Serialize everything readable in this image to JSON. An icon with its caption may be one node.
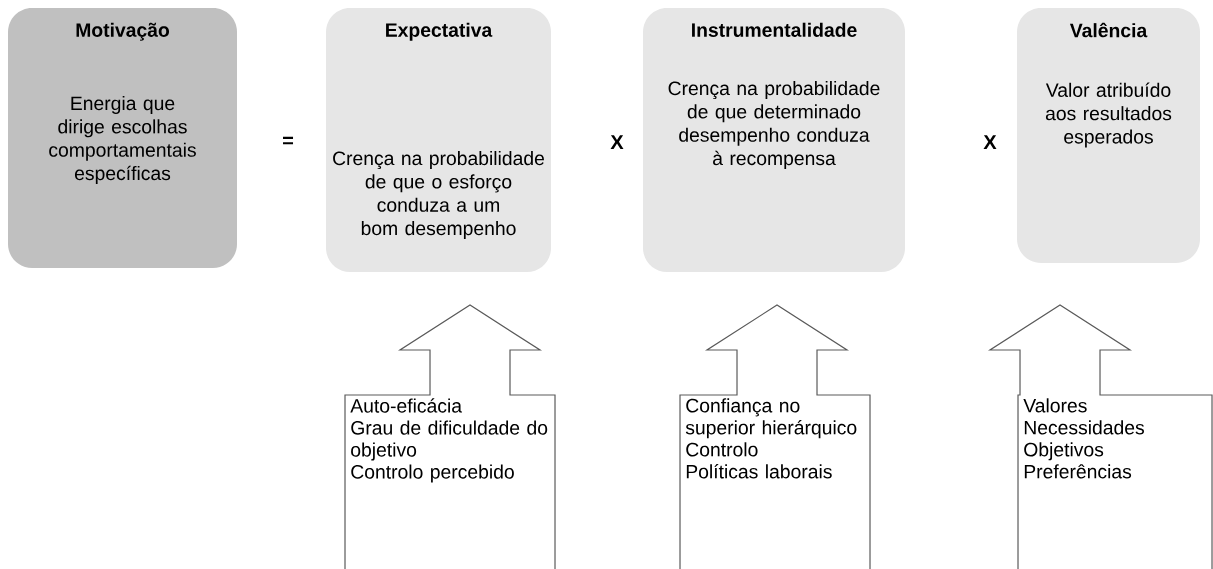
{
  "diagram": {
    "nodes": [
      {
        "text": [
          "Motivação",
          "Energia que dirige escolhas comportamentais específicas"
        ]
      },
      {
        "text": [
          "Expectativa",
          "Crença na probabilidade de que o esforço conduza a um bom desempenho"
        ]
      },
      {
        "text": [
          "Instrumentalidade",
          "Crença na probabilidade de que determinado desempenho conduza à recompensa"
        ]
      },
      {
        "text": [
          "Valência",
          "Valor atribuído aos resultados esperados"
        ]
      },
      {
        "text": [
          "Auto-eficácia",
          "Grau de dificuldade do objetivo",
          "Controlo percebido"
        ]
      },
      {
        "text": [
          "Confiança no superior hierárquico",
          "Controlo",
          "Políticas laborais"
        ]
      },
      {
        "text": [
          "Valores",
          "Necessidades",
          "Objetivos",
          "Preferências"
        ]
      }
    ],
    "labels": [
      "=",
      "X",
      "X"
    ]
  }
}
